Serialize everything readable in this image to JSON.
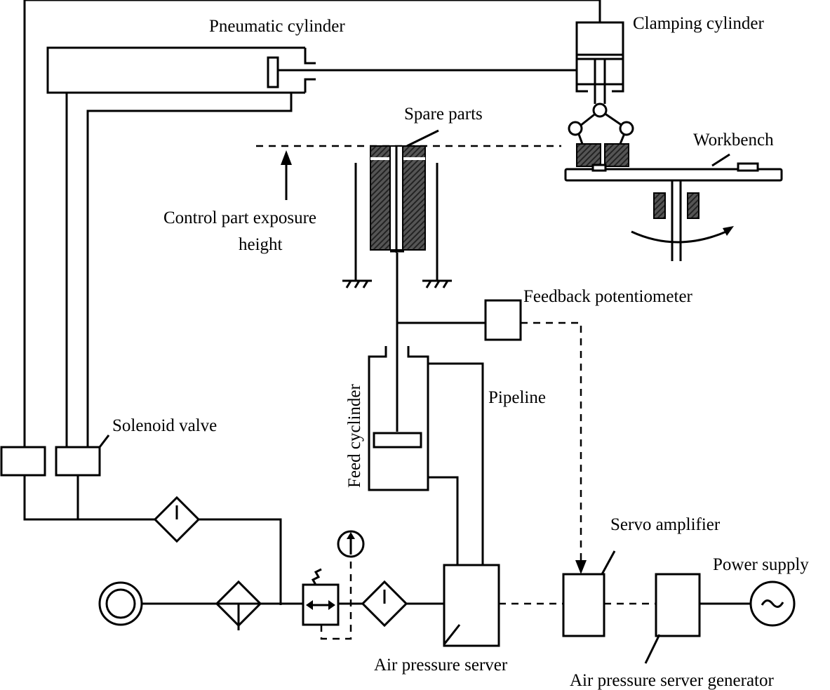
{
  "labels": {
    "pneumatic_cylinder": "Pneumatic cylinder",
    "clamping_cylinder": "Clamping cylinder",
    "spare_parts": "Spare parts",
    "workbench": "Workbench",
    "control_exposure_line1": "Control part exposure",
    "control_exposure_line2": "height",
    "feedback_potentiometer": "Feedback potentiometer",
    "pipeline": "Pipeline",
    "feed_cylinder": "Feed cyclinder",
    "solenoid_valve": "Solenoid valve",
    "servo_amplifier": "Servo amplifier",
    "power_supply": "Power supply",
    "air_pressure_server": "Air pressure server",
    "air_pressure_server_generator": "Air pressure server generator",
    "power_symbol": "~"
  }
}
